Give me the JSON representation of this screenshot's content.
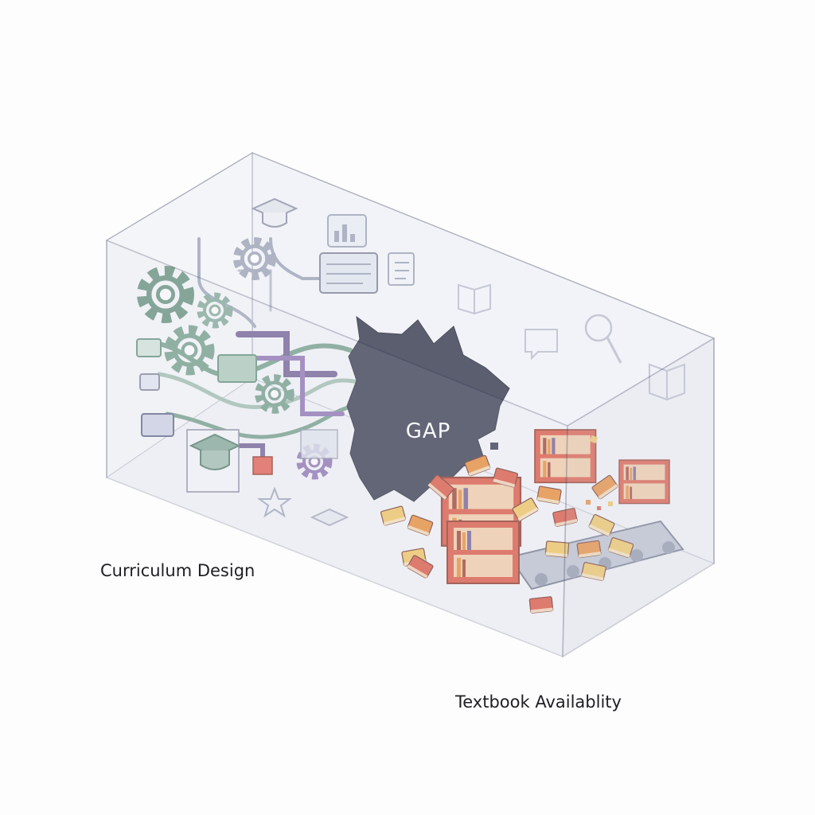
{
  "diagram": {
    "center_label": "GAP",
    "left_caption": "Curriculum Design",
    "right_caption": "Textbook Availablity"
  },
  "colors": {
    "box_edge": "#7d8196",
    "box_fill": "#e9ebf3",
    "gap_fill": "#2f3347",
    "gear_green": "#6f9a86",
    "pipe_purple": "#6d5a8f",
    "book_red": "#d9503a",
    "book_orange": "#e7872f",
    "book_yellow": "#efc25a",
    "conveyor": "#8c93a6"
  },
  "icons": [
    "graduation-cap-icon",
    "gear-icon",
    "chart-monitor-icon",
    "checklist-icon",
    "chat-bubble-icon",
    "magnifier-icon",
    "open-book-icon",
    "star-icon",
    "bookshelf-icon",
    "book-icon",
    "conveyor-belt-icon"
  ]
}
